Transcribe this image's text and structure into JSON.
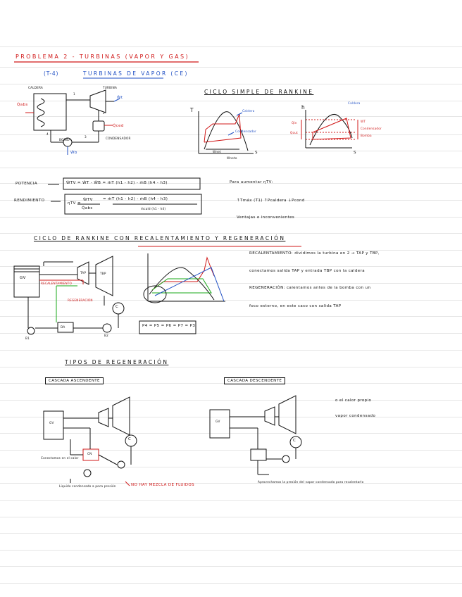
{
  "title": "PROBLEMA 2 - TURBINAS (VAPOR Y GAS)",
  "subtitle": {
    "code": "(T-4)",
    "text": "TURBINAS DE VAPOR (CE)"
  },
  "fig1": {
    "caldera": "CALDERA",
    "turbina": "TURBINA",
    "q_in": "Q̇abs",
    "w_t": "Ẇt",
    "q_ced": "Q̇ced",
    "bomba": "BOMBA",
    "condensador": "CONDENSADOR",
    "w_b": "Ẇb",
    "n1": "1",
    "n2": "2",
    "n3": "3",
    "n4": "4"
  },
  "rankine": {
    "title": "CICLO SIMPLE DE RANKINE",
    "t_axis": "T",
    "s_axis": "S",
    "h_axis": "h",
    "s_axis_2": "S",
    "caldera_label": "Caldera",
    "condensador_label": "Condensador",
    "wnet_label": "Wnet",
    "wneto_label": "Wneto",
    "caldera_label_2": "Caldera",
    "turbina_label": "WT",
    "condensador_label_2": "Condensador",
    "bomba_label": "Bomba",
    "qin_label": "Qin",
    "qout_label": "Qout"
  },
  "formulas": {
    "potencia_label": "POTENCIA",
    "potencia_eq": "ẆTV = ẆT - ẆB = ṁT (h1 - h2) - ṁB (h4 - h3)",
    "rendimiento_label": "RENDIMIENTO",
    "rend_lhs": "ηTV =",
    "rend_frac_num": "ẆTV",
    "rend_frac_den": "Q̇abs",
    "rend_rhs_num": "= ṁT (h1 - h2) - ṁB (h4 - h3)",
    "rend_rhs_den": "ṁcald (h1 - h4)"
  },
  "notes": {
    "aumentar": "Para aumentar ηTV:",
    "items": "↑Tmáx (T1)     ↑Pcaldera     ↓Pcond",
    "ventajas": "Ventajas e inconvenientes"
  },
  "reheat": {
    "title": "CICLO DE RANKINE CON RECALENTAMIENTO Y REGENERACIÓN",
    "gv": "GV",
    "tap": "TAP",
    "tbp": "TBP",
    "c": "C",
    "da": "DA",
    "b1": "B1",
    "b2": "B2",
    "recal": "RECALENTAMIENTO",
    "regen": "REGENERACIÓN",
    "equation": "P4 = P5 = P6 = P7 = P3",
    "p1": "RECALENTAMIENTO: dividimos la turbina en 2 → TAP y TBP,",
    "p2": "conectamos salida TAP y entrada TBP con la caldera",
    "p3": "REGENERACIÓN: calentamos antes de la bomba con un",
    "p4": "foco externo, en este caso con salida TAP"
  },
  "tipos": {
    "title": "TIPOS DE REGENERACIÓN",
    "asc_title": "CASCADA ASCENDENTE",
    "desc_title": "CASCADA DESCENDENTE",
    "right_note_1": "o el calor propio",
    "right_note_2": "vapor condensado",
    "gv": "GV",
    "gv2": "GV",
    "cn": "CN",
    "c": "C",
    "c2": "C",
    "asc_note_a": "Conectamos en el calor",
    "asc_note_b": "Liquido condensado a poca presión",
    "asc_note_red": "NO HAY MEZCLA DE FLUIDOS",
    "desc_note": "Aprovechamos la presión del vapor condensado para recalentarlo"
  },
  "colors": {
    "ink": "#111111",
    "red": "#d01818",
    "blue": "#1f4fc4",
    "green": "#1aa81a",
    "rule": "#e6e6e6"
  }
}
